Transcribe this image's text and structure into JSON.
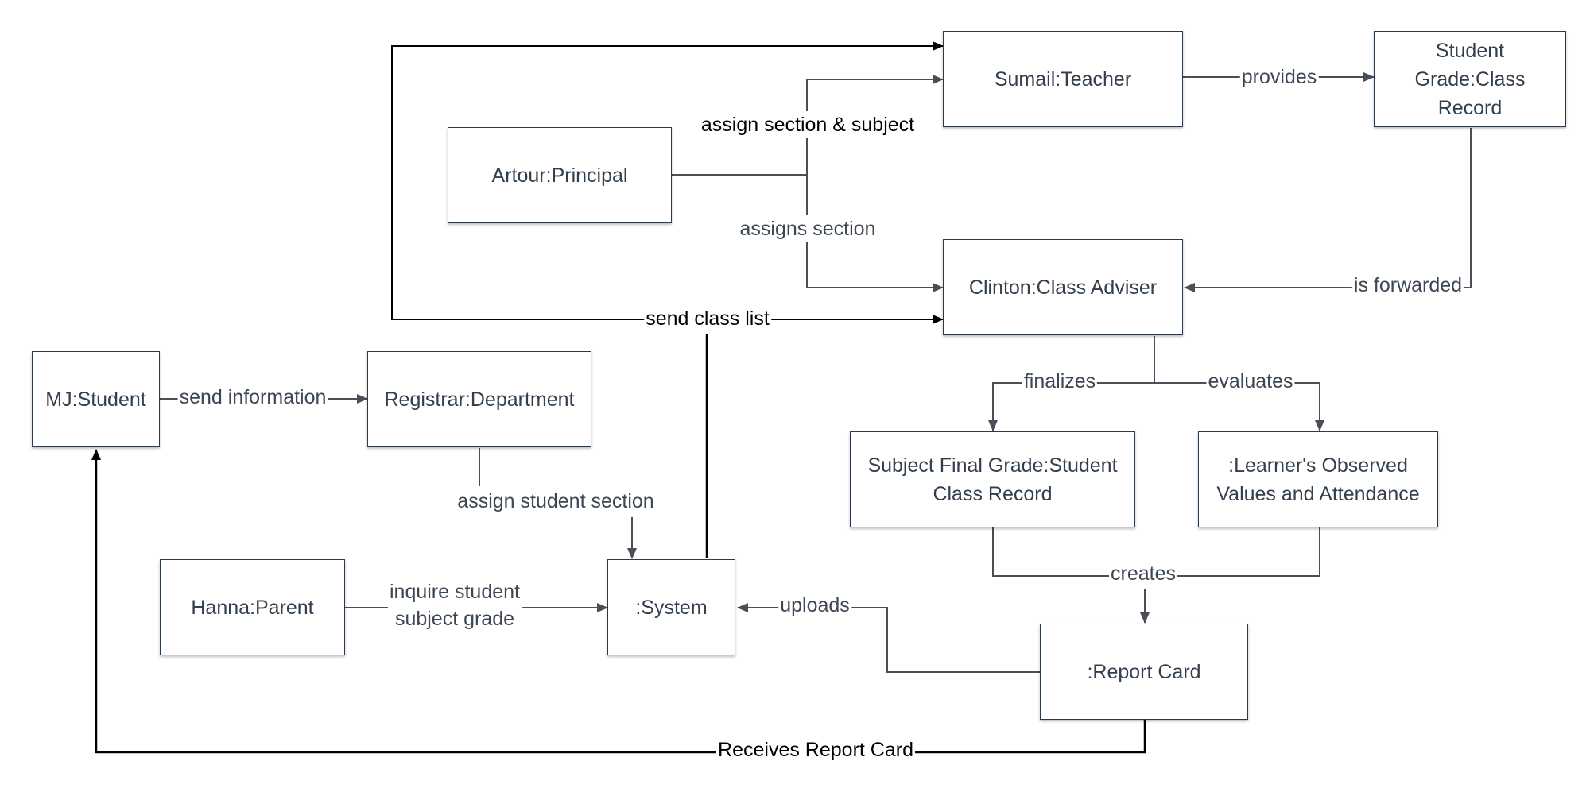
{
  "nodes": {
    "mj_student": "MJ:Student",
    "registrar": "Registrar:Department",
    "artour": "Artour:Principal",
    "sumail": "Sumail:Teacher",
    "student_grade": "Student\nGrade:Class\nRecord",
    "clinton": "Clinton:Class Adviser",
    "subject_final": "Subject Final Grade:Student\nClass Record",
    "learners": ":Learner's Observed\nValues and Attendance",
    "hanna": "Hanna:Parent",
    "system": ":System",
    "report_card": ":Report Card"
  },
  "edges": {
    "send_information": "send information",
    "assign_section_subject": "assign section & subject",
    "assigns_section": "assigns section",
    "provides": "provides",
    "is_forwarded": "is forwarded",
    "send_class_list": "send class list",
    "assign_student_section": "assign student section",
    "finalizes": "finalizes",
    "evaluates": "evaluates",
    "creates": "creates",
    "inquire": "inquire student\nsubject grade",
    "uploads": "uploads",
    "receives_report_card": "Receives Report Card"
  },
  "colors": {
    "line_dark": "#000000",
    "line_gray": "#4a4f57",
    "box_border": "#2e3a48",
    "text": "#333f4d"
  }
}
